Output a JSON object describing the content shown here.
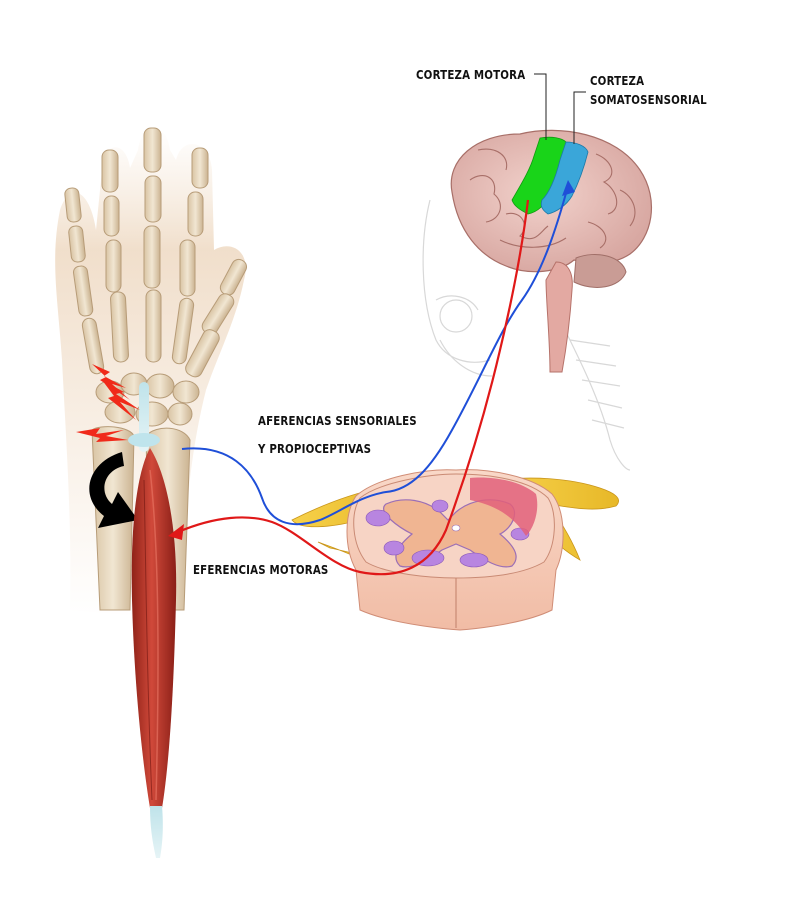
{
  "labels": {
    "motor_cortex": "CORTEZA MOTORA",
    "somatosensory_cortex_line1": "CORTEZA",
    "somatosensory_cortex_line2": "SOMATOSENSORIAL",
    "afferents_line1": "AFERENCIAS SENSORIALES",
    "afferents_line2": "Y PROPIOCEPTIVAS",
    "efferents": "EFERENCIAS MOTORAS"
  },
  "colors": {
    "afferent_path": "#1f4fd8",
    "efferent_path": "#e01818",
    "motor_cortex": "#19d419",
    "somatosensory_cortex": "#3aa6d9",
    "pain_signal": "#f02a1a",
    "rotation_arrow": "#000000",
    "muscle": "#b8352a",
    "nerve": "#f2c531"
  }
}
